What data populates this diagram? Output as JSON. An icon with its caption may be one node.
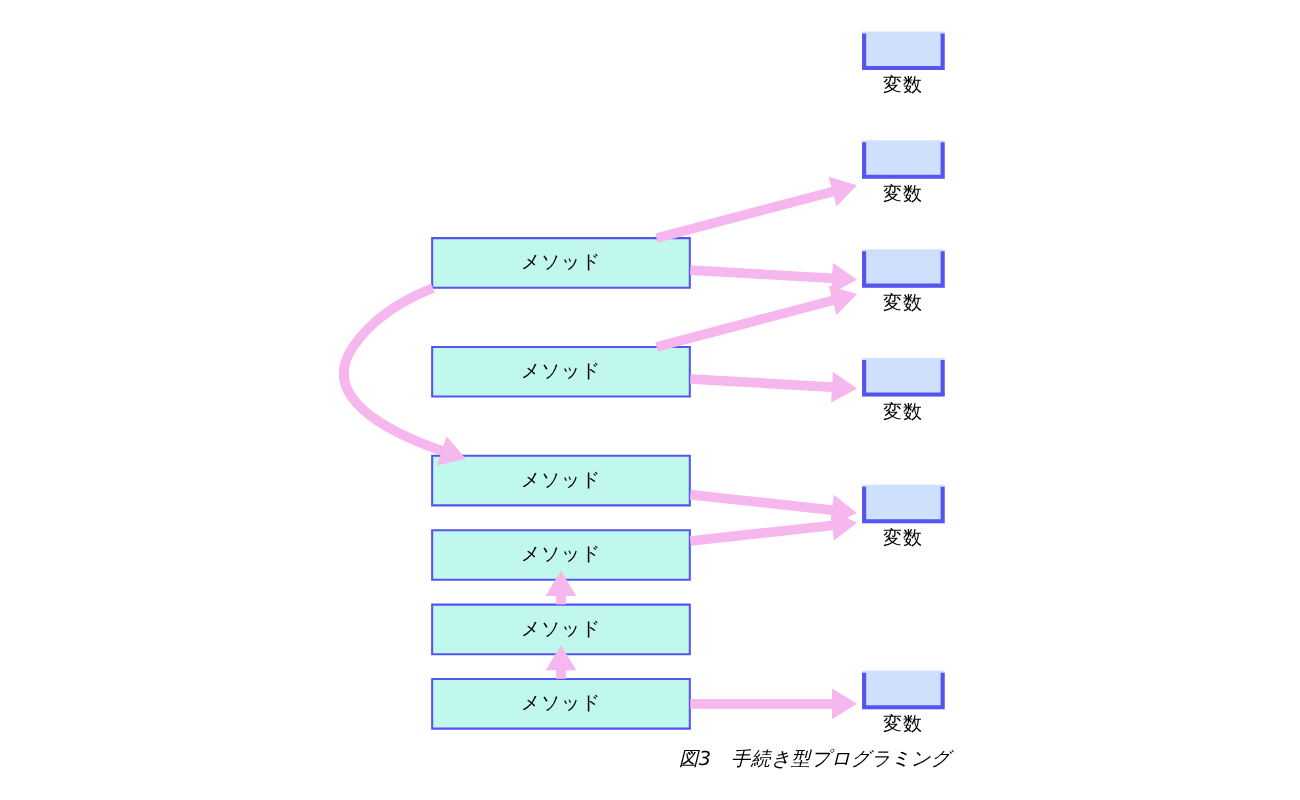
{
  "diagram": {
    "caption": "図3　手続き型プログラミング",
    "nodes": [
      {
        "text": [
          "メソッド"
        ]
      },
      {
        "text": [
          "メソッド"
        ]
      },
      {
        "text": [
          "メソッド"
        ]
      },
      {
        "text": [
          "メソッド"
        ]
      },
      {
        "text": [
          "メソッド"
        ]
      },
      {
        "text": [
          "メソッド"
        ]
      },
      {
        "text": [
          "変数"
        ]
      },
      {
        "text": [
          "変数"
        ]
      },
      {
        "text": [
          "変数"
        ]
      },
      {
        "text": [
          "変数"
        ]
      },
      {
        "text": [
          "変数"
        ]
      },
      {
        "text": [
          "変数"
        ]
      }
    ],
    "edges": [
      {
        "from": 0,
        "to": 6,
        "arrow": "to"
      },
      {
        "from": 0,
        "to": 7,
        "arrow": "to"
      },
      {
        "from": 0,
        "to": 2,
        "arrow": "to"
      },
      {
        "from": 3,
        "to": 1,
        "arrow": "to"
      },
      {
        "from": 1,
        "to": 9,
        "arrow": "to"
      },
      {
        "from": 2,
        "to": 9,
        "arrow": "to"
      },
      {
        "from": 4,
        "to": 6,
        "arrow": "to"
      },
      {
        "from": 4,
        "to": 11,
        "arrow": "to"
      },
      {
        "from": 5,
        "to": 3,
        "arrow": "to"
      },
      {
        "from": 5,
        "to": 8,
        "arrow": "to"
      }
    ]
  }
}
